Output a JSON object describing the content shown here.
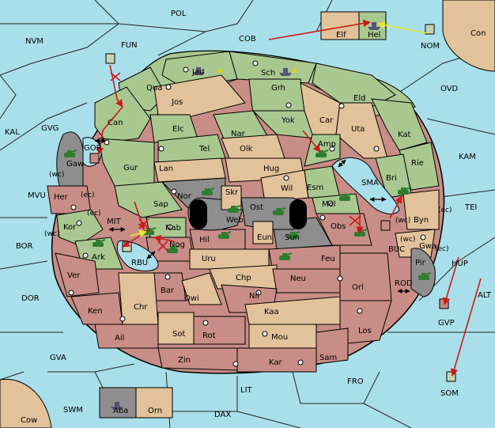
{
  "palette": {
    "sea": "#a9dfea",
    "green": "#a8c890",
    "tan": "#e2c29a",
    "rose": "#c88d86",
    "gray": "#8e8e8e",
    "move_arrow": "#cc1b1b",
    "support_arrow": "#e8e830"
  },
  "sea_labels": {
    "pol": "POL",
    "nvm": "NVM",
    "fun": "FUN",
    "cob": "COB",
    "nom": "NOM",
    "con": "Con",
    "ovd": "OVD",
    "kal": "KAL",
    "gvg": "GVG",
    "kam": "KAM",
    "mvu": "MVU",
    "tei": "TEI",
    "bor": "BOR",
    "mit": "MIT",
    "sma": "SMA",
    "buc": "BUC",
    "rbu": "RBU",
    "hup": "HUP",
    "dor": "DOR",
    "rod": "ROD",
    "alt": "ALT",
    "gvp": "GVP",
    "gva": "GVA",
    "fro": "FRO",
    "lit": "LIT",
    "som": "SOM",
    "swm": "SWM",
    "dax": "DAX",
    "cow": "Cow",
    "gor": "GOR"
  },
  "land_labels": {
    "elf": "Elf",
    "hel": "Hel",
    "jad": "Jad",
    "sch": "Sch",
    "qua": "Qua",
    "jos": "Jos",
    "grh": "Grh",
    "eld": "Eld",
    "can": "Can",
    "yok": "Yok",
    "car": "Car",
    "elc": "Elc",
    "nar": "Nar",
    "uta": "Uta",
    "kat": "Kat",
    "tel": "Tel",
    "olk": "Olk",
    "amp": "Amp",
    "gaw": "Gaw",
    "gur": "Gur",
    "lan": "Lan",
    "hug": "Hug",
    "rie": "Rie",
    "bri": "Bri",
    "wil": "Wil",
    "esm": "Esm",
    "nor": "Nor",
    "skr": "Skr",
    "ost": "Ost",
    "her": "Her",
    "sap": "Sap",
    "web": "Web",
    "mel": "Mel",
    "byn": "Byn",
    "kor": "Kor",
    "nab": "Nab",
    "eun": "Eun",
    "obs": "Obs",
    "hil": "Hil",
    "sun": "Sun",
    "nog": "Nog",
    "gwa": "Gwa",
    "ark": "Ark",
    "pir": "Pir",
    "uru": "Uru",
    "feu": "Feu",
    "ver": "Ver",
    "chp": "Chp",
    "neu": "Neu",
    "orl": "Orl",
    "bar": "Bar",
    "qwi": "Qwi",
    "nil": "Nil",
    "ken": "Ken",
    "chr": "Chr",
    "kaa": "Kaa",
    "ail": "Ail",
    "sot": "Sot",
    "rot": "Rot",
    "los": "Los",
    "mou": "Mou",
    "sam": "Sam",
    "zin": "Zin",
    "kar": "Kar",
    "aba": "Aba",
    "orn": "Orn"
  },
  "coast_tags": {
    "wc1": "(wc)",
    "ec1": "(ec)",
    "ec2": "(ec)",
    "wc2": "(wc)",
    "wc3": "(wc)",
    "ec3": "(ec)",
    "wc4": "(wc)",
    "ec4": "(ec)"
  },
  "icons": {
    "army": "tank-icon",
    "fleet": "ship-icon",
    "supply_center": "supply-center-dot",
    "home_center": "star-icon",
    "bounce": "red-x-marker"
  }
}
